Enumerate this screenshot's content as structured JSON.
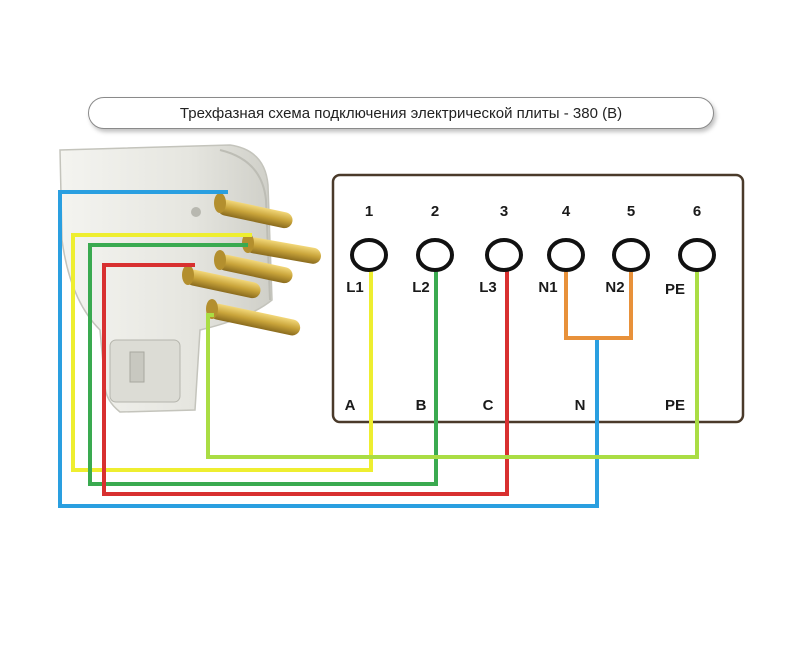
{
  "title": "Трехфазная схема подключения электрической плиты - 380 (В)",
  "terminals": [
    {
      "number": "1",
      "label": "L1",
      "color": "#eeee30"
    },
    {
      "number": "2",
      "label": "L2",
      "color": "#3aaa50"
    },
    {
      "number": "3",
      "label": "L3",
      "color": "#d83030"
    },
    {
      "number": "4",
      "label": "N1",
      "color": "#e8913a"
    },
    {
      "number": "5",
      "label": "N2",
      "color": "#e8913a"
    },
    {
      "number": "6",
      "label": "PE",
      "color": "#aadd44"
    }
  ],
  "bottom_labels": [
    "A",
    "B",
    "C",
    "N",
    "PE"
  ],
  "wires": [
    {
      "label": "A",
      "terminal": "L1",
      "color": "#eeee30"
    },
    {
      "label": "B",
      "terminal": "L2",
      "color": "#3aaa50"
    },
    {
      "label": "C",
      "terminal": "L3",
      "color": "#d83030"
    },
    {
      "label": "N",
      "terminal": "N1-N2 jumper",
      "color": "#2a9fe0"
    },
    {
      "label": "PE",
      "terminal": "PE",
      "color": "#aadd44"
    }
  ],
  "colors": {
    "yellow": "#eeee30",
    "green": "#3aaa50",
    "red": "#d83030",
    "blue": "#2a9fe0",
    "lightgreen": "#aadd44",
    "orange": "#e8913a",
    "brass": "#c9a43a",
    "plug_body": "#e9e9e4",
    "box_border": "#4a3a2a"
  }
}
